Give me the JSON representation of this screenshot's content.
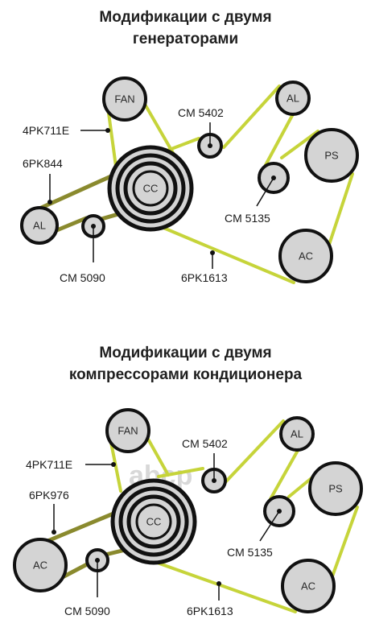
{
  "colors": {
    "belt_main": "#c6d43a",
    "belt_secondary": "#8a8a2e",
    "pulley_fill": "#d4d4d4",
    "stroke": "#111111"
  },
  "top": {
    "title_line1": "Модификации с двумя",
    "title_line2": "генераторами",
    "pulleys": {
      "fan": "FAN",
      "al_top": "AL",
      "ps": "PS",
      "cc": "CC",
      "al_left": "AL",
      "ac": "AC"
    },
    "labels": {
      "belt1": "4PK711E",
      "belt2": "6PK844",
      "cm5402": "CM 5402",
      "cm5135": "CM 5135",
      "cm5090": "CM 5090",
      "belt3": "6PK1613"
    }
  },
  "bottom": {
    "title_line1": "Модификации с двумя",
    "title_line2": "компрессорами кондиционера",
    "pulleys": {
      "fan": "FAN",
      "al": "AL",
      "ps": "PS",
      "cc": "CC",
      "ac_left": "AC",
      "ac_right": "AC"
    },
    "labels": {
      "belt1": "4PK711E",
      "belt2": "6PK976",
      "cm5402": "CM 5402",
      "cm5135": "CM 5135",
      "cm5090": "CM 5090",
      "belt3": "6PK1613"
    },
    "watermark": "abcp"
  }
}
